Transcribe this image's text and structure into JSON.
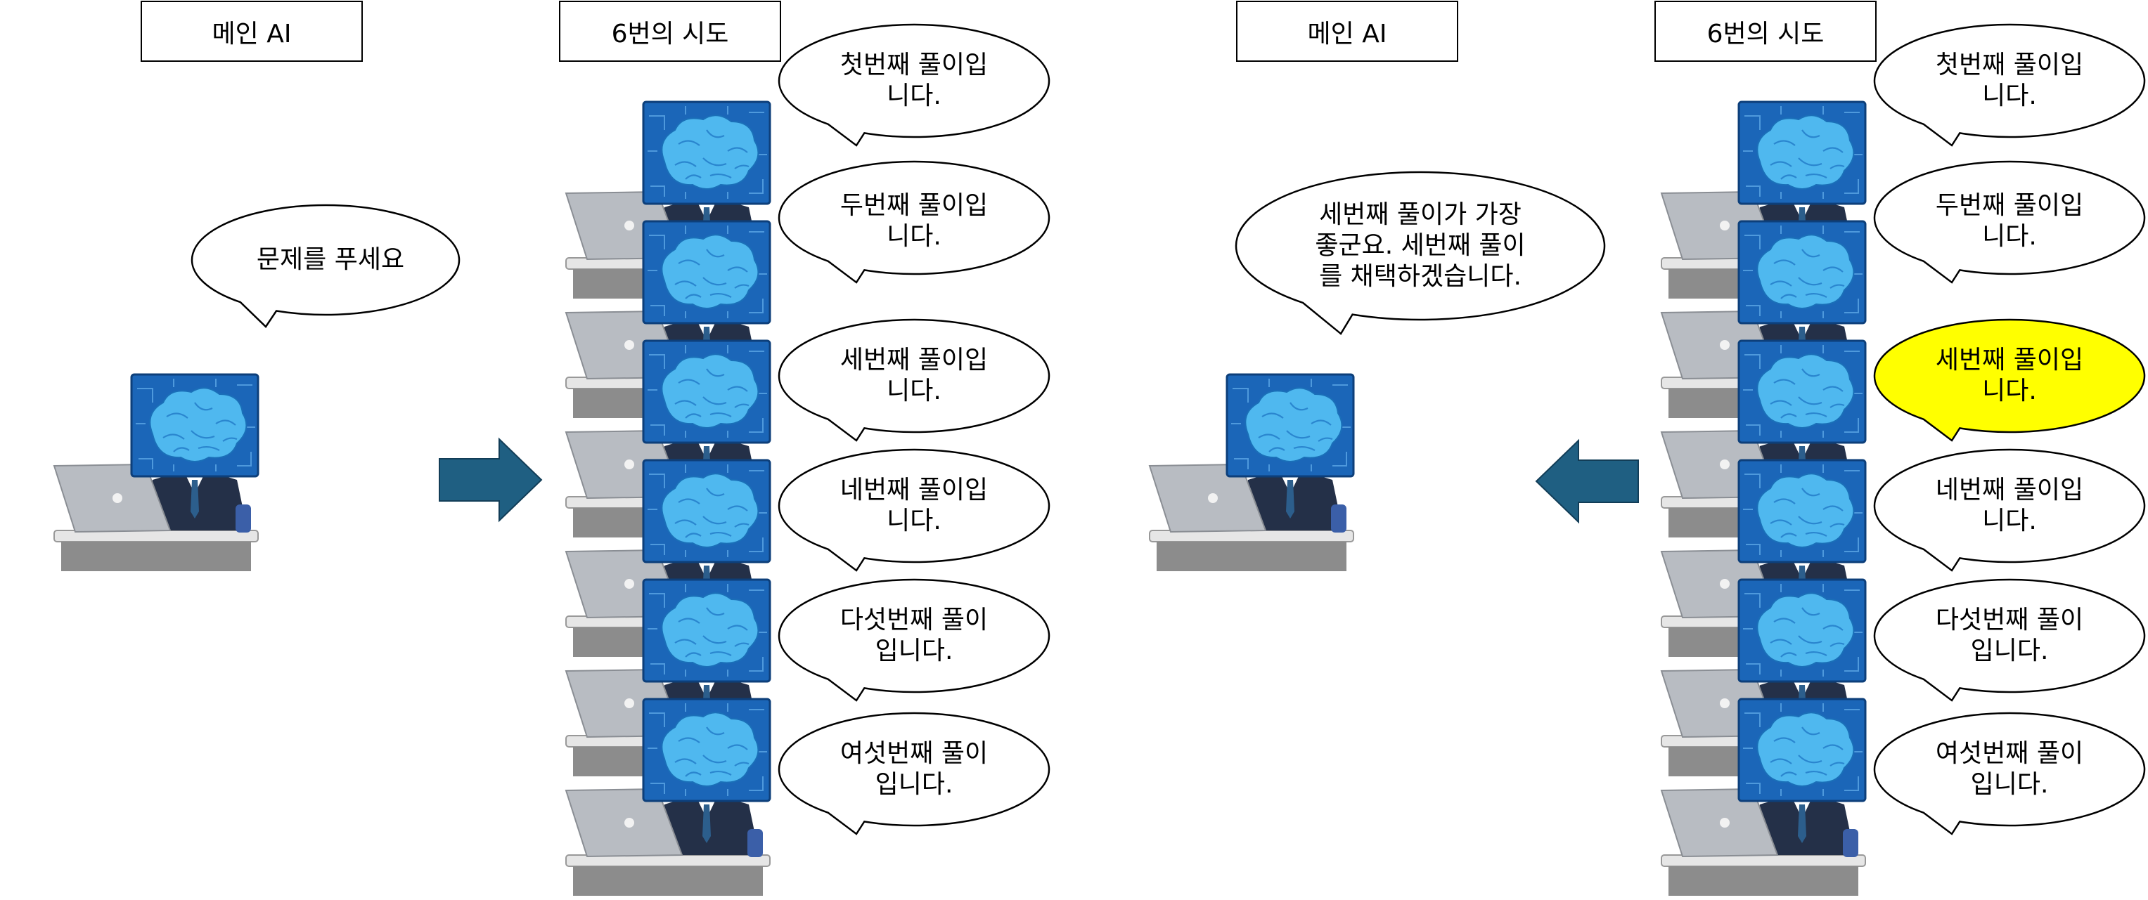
{
  "panels": [
    {
      "main_label": "메인 AI",
      "main_speech": "문제를 푸세요",
      "trials_label": "6번의 시도",
      "arrow_direction": "right",
      "solutions": [
        {
          "text": "첫번째 풀이입\n니다.",
          "highlighted": false
        },
        {
          "text": "두번째 풀이입\n니다.",
          "highlighted": false
        },
        {
          "text": "세번째 풀이입\n니다.",
          "highlighted": false
        },
        {
          "text": "네번째 풀이입\n니다.",
          "highlighted": false
        },
        {
          "text": "다섯번째 풀이\n입니다.",
          "highlighted": false
        },
        {
          "text": "여섯번째 풀이\n입니다.",
          "highlighted": false
        }
      ]
    },
    {
      "main_label": "메인 AI",
      "main_speech": "세번째 풀이가 가장\n좋군요. 세번째 풀이\n를 채택하겠습니다.",
      "trials_label": "6번의 시도",
      "arrow_direction": "left",
      "solutions": [
        {
          "text": "첫번째 풀이입\n니다.",
          "highlighted": false
        },
        {
          "text": "두번째 풀이입\n니다.",
          "highlighted": false
        },
        {
          "text": "세번째 풀이입\n니다.",
          "highlighted": true
        },
        {
          "text": "네번째 풀이입\n니다.",
          "highlighted": false
        },
        {
          "text": "다섯번째 풀이\n입니다.",
          "highlighted": false
        },
        {
          "text": "여섯번째 풀이\n입니다.",
          "highlighted": false
        }
      ]
    }
  ],
  "colors": {
    "arrow": "#1f5f82",
    "highlight": "#ffff00",
    "brain_bg": "#1b66b8",
    "brain": "#4fb8ef",
    "laptop": "#b8bcc2",
    "desk_top": "#e6e6e6",
    "desk_front": "#8c8c8c",
    "suit": "#243048"
  }
}
